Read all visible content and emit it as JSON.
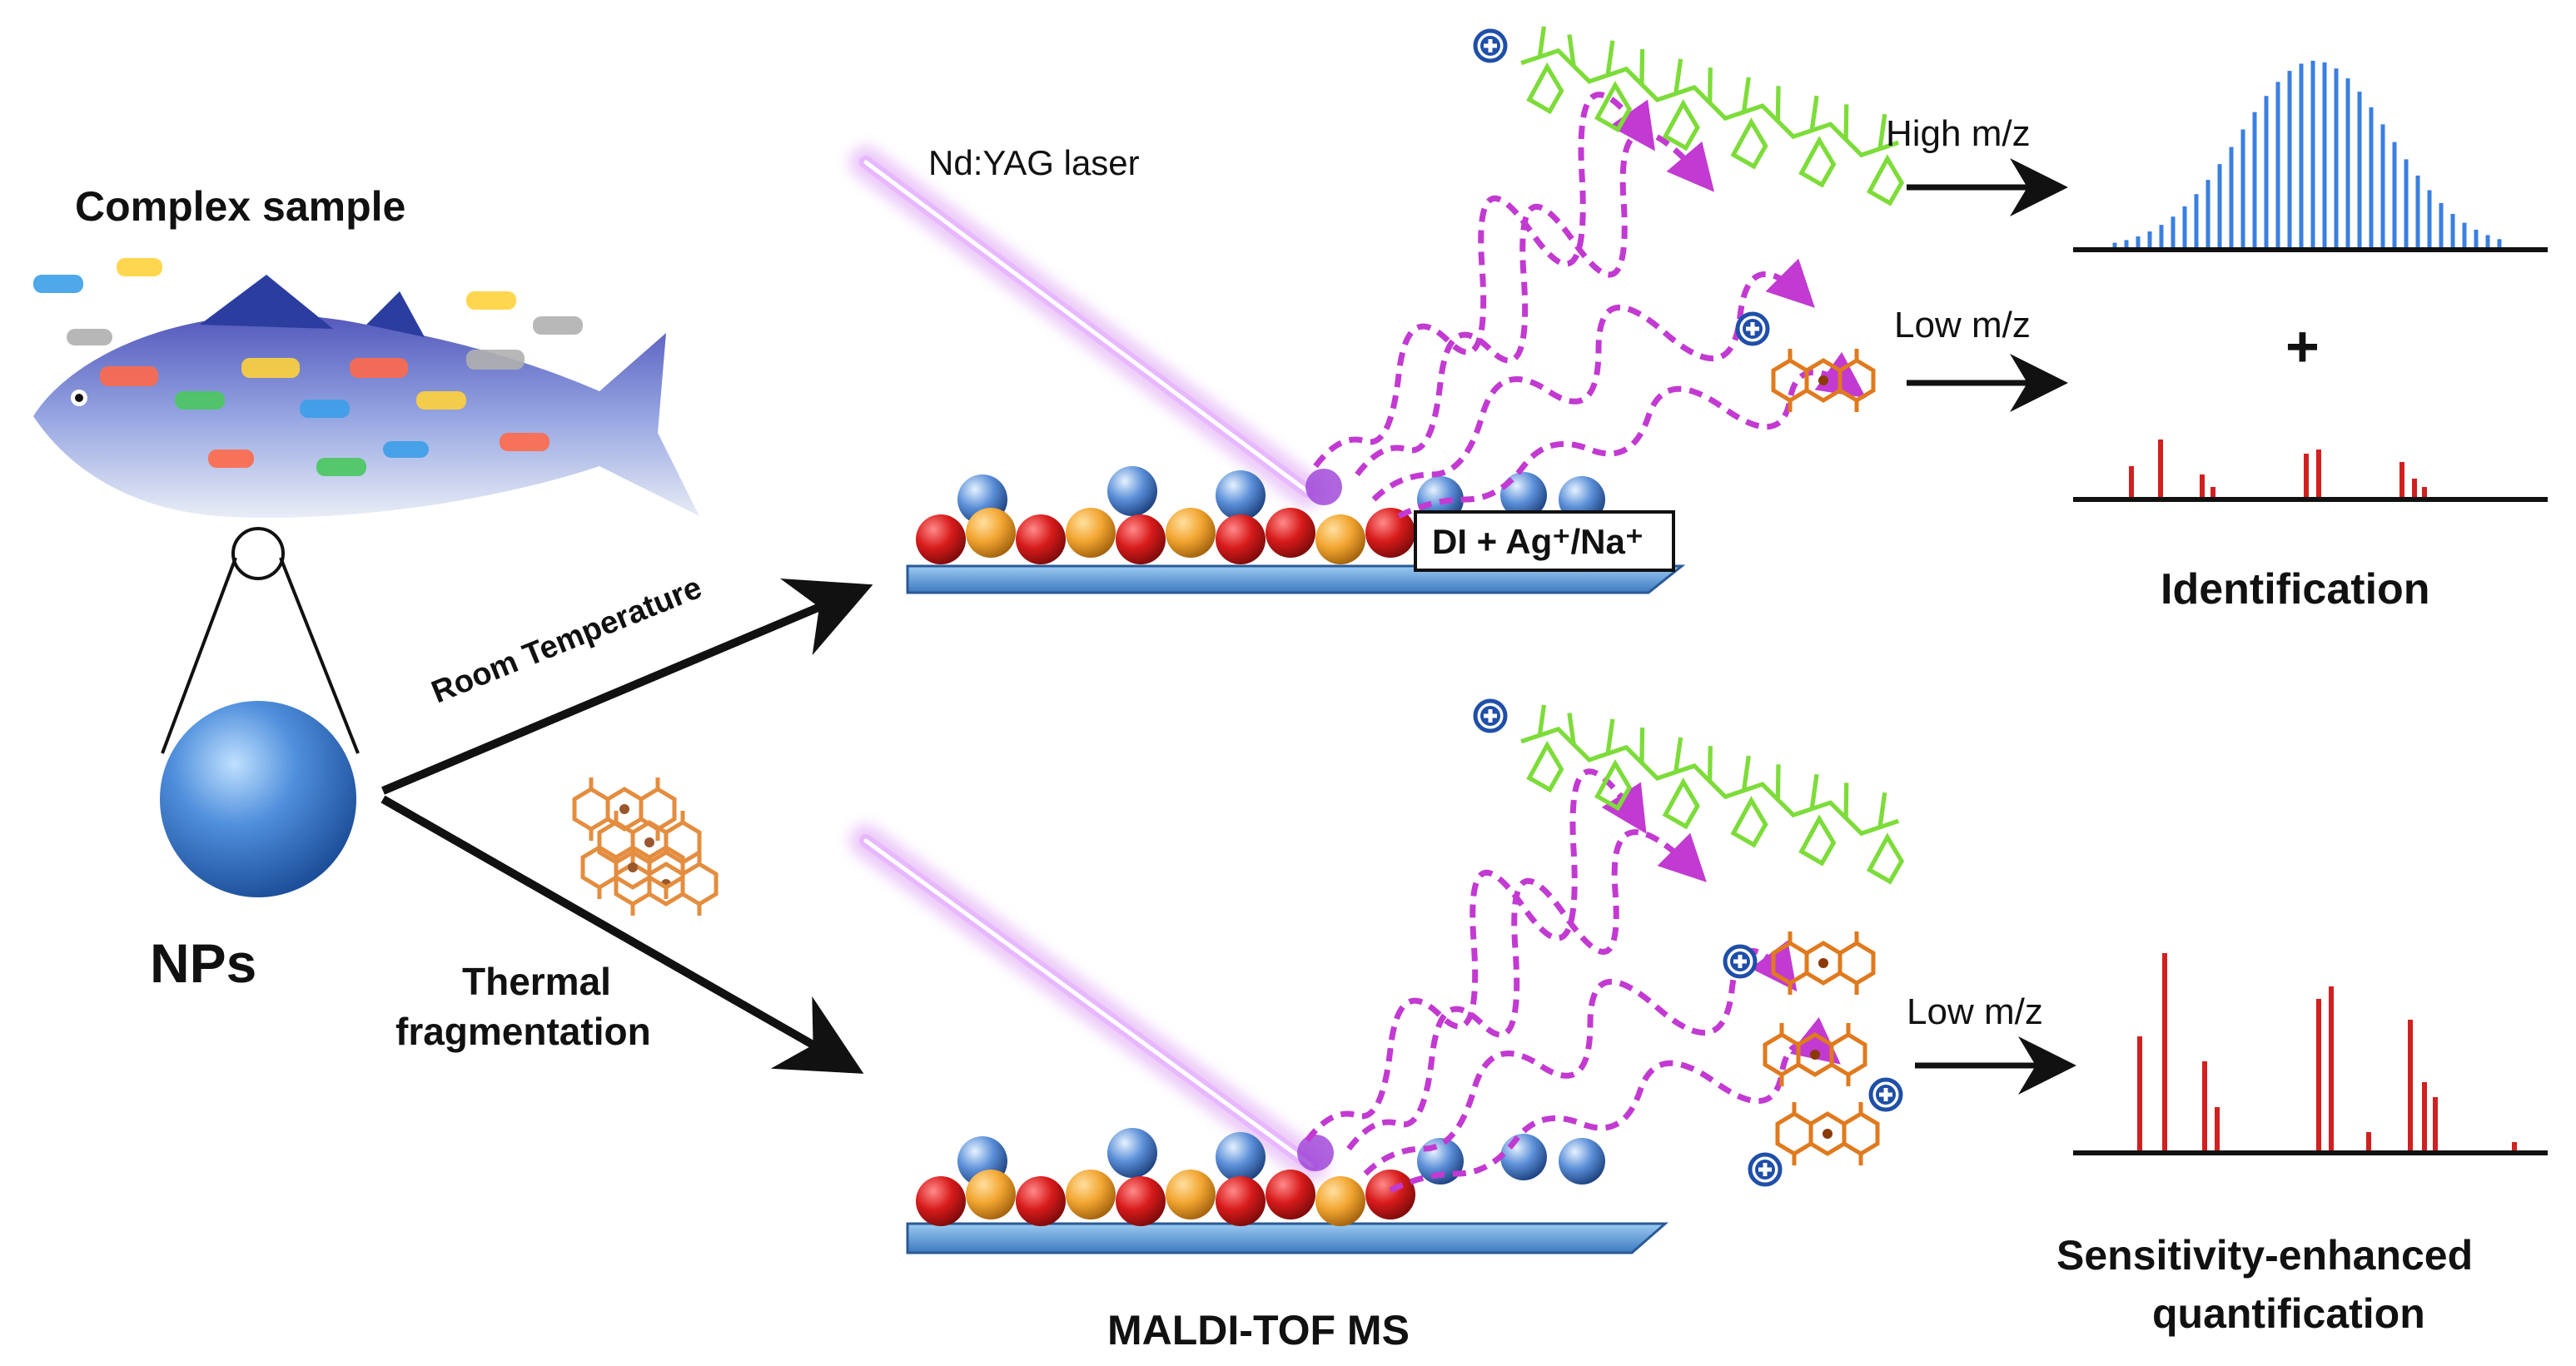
{
  "labels": {
    "complex_sample": "Complex sample",
    "nps": "NPs",
    "room_temperature": "Room Temperature",
    "thermal_line1": "Thermal",
    "thermal_line2": "fragmentation",
    "laser": "Nd:YAG laser",
    "di_box": "DI + Ag⁺/Na⁺",
    "high_mz": "High m/z",
    "low_mz_top": "Low m/z",
    "low_mz_bottom": "Low m/z",
    "plus": "+",
    "identification": "Identification",
    "sens_line1": "Sensitivity-enhanced",
    "sens_line2": "quantification",
    "maldi": "MALDI-TOF MS"
  },
  "colors": {
    "polymer_green": "#7ddc3a",
    "fragment_orange": "#e07a1e",
    "laser_violet": "#d58bf0",
    "wave_magenta": "#c23ad1",
    "spectrum_blue": "#3b7fe0",
    "spectrum_red": "#d12020",
    "np_blue": "#3a78c8",
    "substrate": "#6aa7e0",
    "atom_red": "#d01f1f",
    "atom_orange": "#f0a030"
  },
  "icons": [
    "fish-icon",
    "nanoparticle-icon",
    "laser-beam-icon",
    "plus-ion-icon",
    "arrow-icon"
  ]
}
